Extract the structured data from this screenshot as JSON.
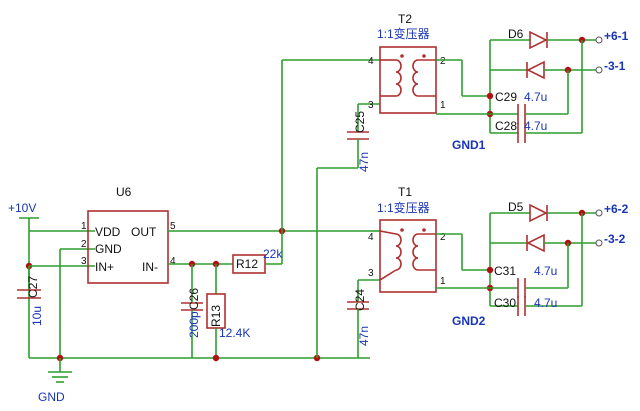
{
  "u6": {
    "ref": "U6",
    "pins": {
      "vdd": "VDD",
      "gnd": "GND",
      "in_plus": "IN+",
      "out": "OUT",
      "in_minus": "IN-"
    },
    "pin_numbers": {
      "p1": "1",
      "p2": "2",
      "p3": "3",
      "p4": "4",
      "p5": "5"
    }
  },
  "supply": {
    "label": "+10V"
  },
  "ground": {
    "label": "GND"
  },
  "c27": {
    "ref": "C27",
    "value": "10u"
  },
  "c26": {
    "ref": "C26",
    "value": "200p"
  },
  "r13": {
    "ref": "R13",
    "value": "12.4K"
  },
  "r12": {
    "ref": "R12",
    "value": "22k"
  },
  "t2": {
    "ref": "T2",
    "type": "1:1变压器",
    "pins": [
      "4",
      "2",
      "3",
      "1"
    ]
  },
  "t1": {
    "ref": "T1",
    "type": "1:1变压器",
    "pins": [
      "4",
      "2",
      "3",
      "1"
    ]
  },
  "c25": {
    "ref": "C25",
    "value": "47n"
  },
  "c24": {
    "ref": "C24",
    "value": "47n"
  },
  "d6": {
    "ref": "D6"
  },
  "d5": {
    "ref": "D5"
  },
  "c29": {
    "ref": "C29",
    "value": "4.7u"
  },
  "c28": {
    "ref": "C28",
    "value": "4.7u"
  },
  "c31": {
    "ref": "C31",
    "value": "4.7u"
  },
  "c30": {
    "ref": "C30",
    "value": "4.7u"
  },
  "outputs": {
    "p61": "+6-1",
    "m31": "-3-1",
    "p62": "+6-2",
    "m32": "-3-2"
  },
  "grounds": {
    "g1": "GND1",
    "g2": "GND2"
  }
}
